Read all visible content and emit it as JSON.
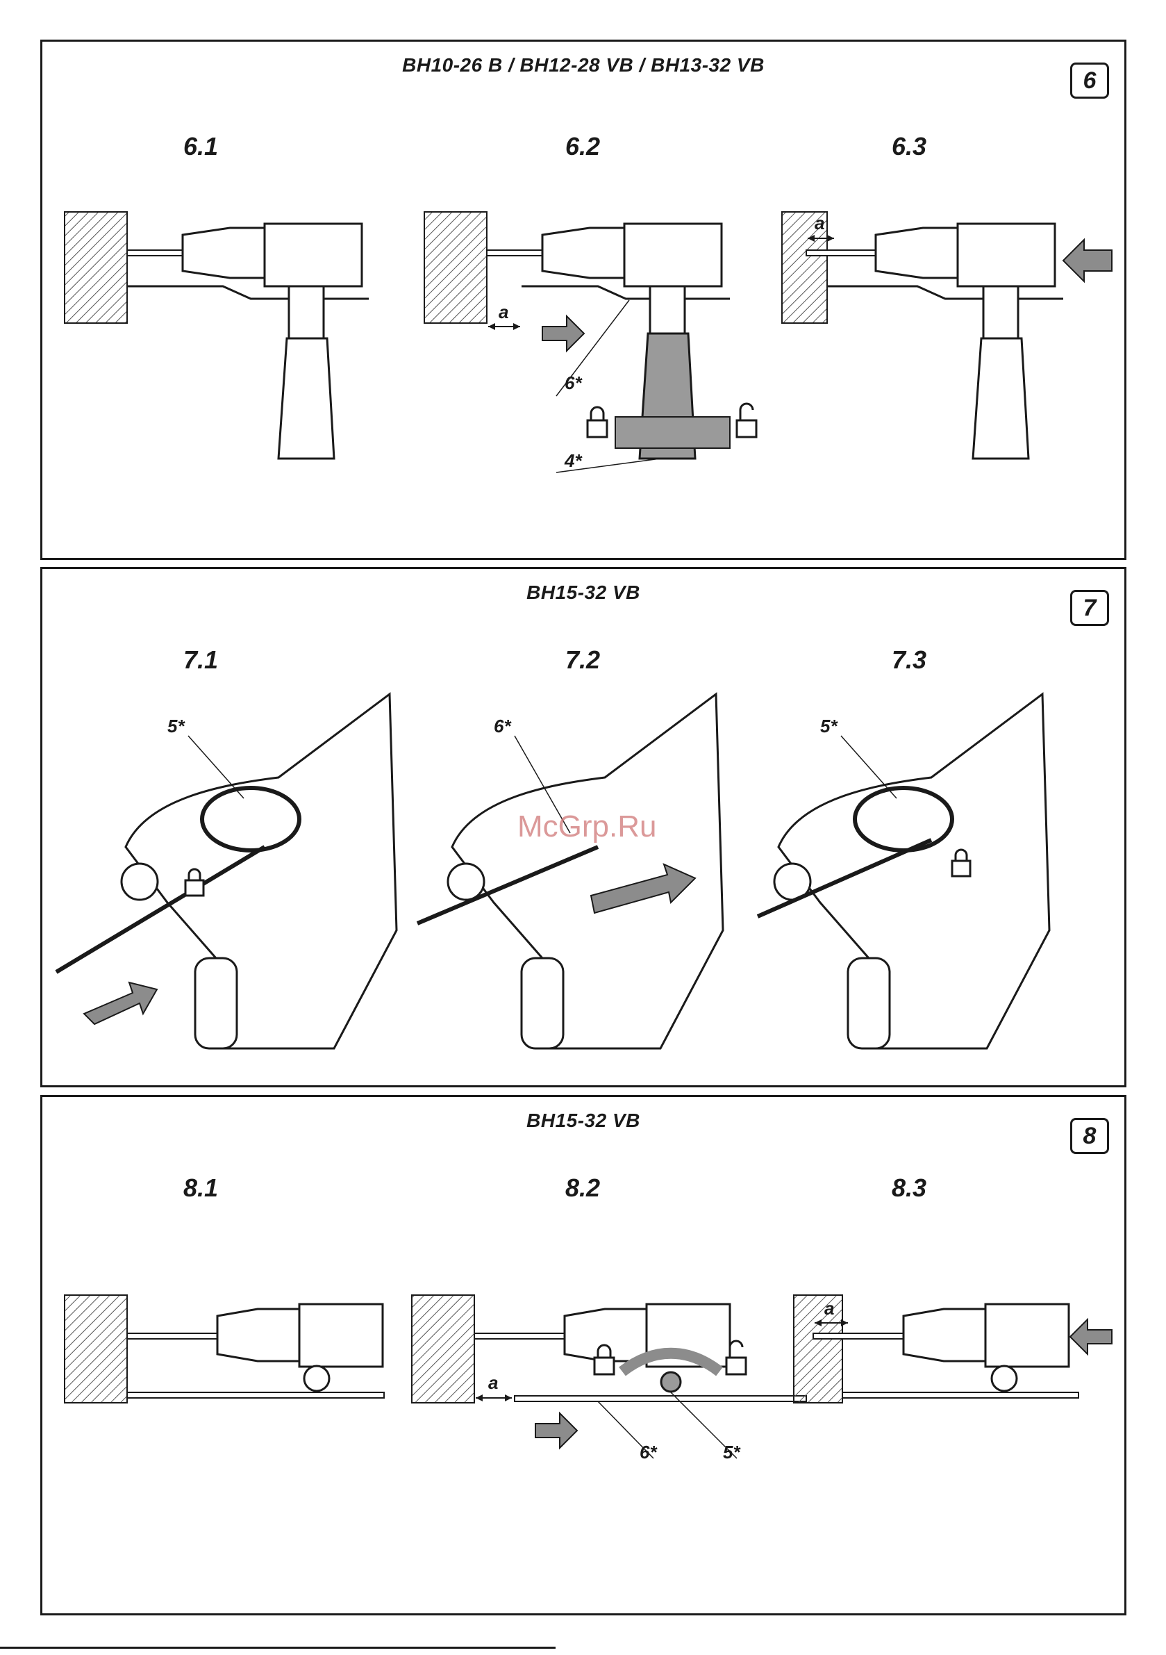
{
  "panel6": {
    "title": "BH10-26 B / BH12-28 VB / BH13-32 VB",
    "badge": "6",
    "steps": [
      "6.1",
      "6.2",
      "6.3"
    ],
    "labels": {
      "a_2": "a",
      "a_3": "a",
      "six": "6*",
      "four": "4*"
    }
  },
  "panel7": {
    "title": "BH15-32 VB",
    "badge": "7",
    "steps": [
      "7.1",
      "7.2",
      "7.3"
    ],
    "labels": {
      "c1": "5*",
      "c2": "6*",
      "c3": "5*"
    }
  },
  "panel8": {
    "title": "BH15-32 VB",
    "badge": "8",
    "steps": [
      "8.1",
      "8.2",
      "8.3"
    ],
    "labels": {
      "a_2": "a",
      "a_3": "a",
      "six": "6*",
      "five": "5*"
    }
  },
  "watermark": "McGrp.Ru",
  "colors": {
    "ink": "#1a1a1a",
    "arrow_fill": "#8c8c8c",
    "grip_fill": "#9a9a9a",
    "hatch": "#555555"
  }
}
